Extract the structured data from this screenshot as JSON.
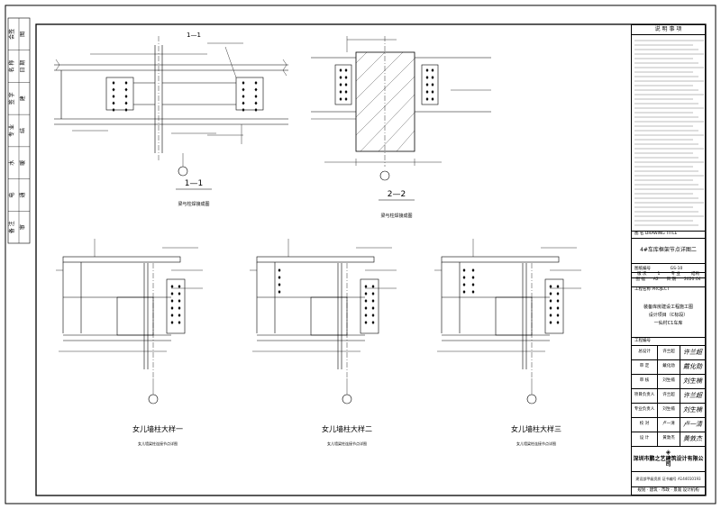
{
  "left_strip": [
    {
      "label": "会签",
      "value": "图"
    },
    {
      "label": "名 称",
      "value": "日 期"
    },
    {
      "label": "签 字",
      "value": "建"
    },
    {
      "label": "专 业",
      "value": "结"
    },
    {
      "label": "水",
      "value": "暖"
    },
    {
      "label": "电",
      "value": "通"
    },
    {
      "label": "备 注",
      "value": "审"
    }
  ],
  "section_1": {
    "title": "1—1",
    "note": "梁与柱焊接成图"
  },
  "section_2": {
    "title": "2—2",
    "note": "梁与柱焊接成图"
  },
  "details": [
    {
      "title": "女儿墙柱大样一",
      "note": "女儿墙梁柱连接节点详图"
    },
    {
      "title": "女儿墙柱大样二",
      "note": "女儿墙梁柱连接节点详图"
    },
    {
      "title": "女儿墙柱大样三",
      "note": "女儿墙梁柱连接节点详图"
    }
  ],
  "title_block": {
    "header": "说 明 事 项",
    "drawing_name_label": "图 名  DRAWING TITLE",
    "drawing_name": "4#车库框架节点详图二",
    "drawing_no_label": "图纸编号",
    "drawing_no": "GS-10",
    "edition_label": "版 次",
    "edition": "1",
    "discipline_label": "专 业",
    "discipline": "结构",
    "size_label": "图 幅",
    "size": "A2",
    "date_label": "日 期",
    "date": "2020.04",
    "project_label": "工程名称 PROJECT",
    "project_lines": [
      "装备库房建设工程施工图",
      "设计项目（C标段）",
      "一仙村C1车库"
    ],
    "project_no_label": "工程编号",
    "roles": [
      {
        "role": "总设计",
        "name": "许兰超",
        "sig": "许兰超"
      },
      {
        "role": "审 定",
        "name": "戴化勋",
        "sig": "戴化勋"
      },
      {
        "role": "审 核",
        "name": "刘生楠",
        "sig": "刘生楠"
      },
      {
        "role": "项目负责人",
        "name": "许兰超",
        "sig": "许兰超"
      },
      {
        "role": "专业负责人",
        "name": "刘生楠",
        "sig": "刘生楠"
      },
      {
        "role": "校 对",
        "name": "卢一清",
        "sig": "卢一清"
      },
      {
        "role": "设 计",
        "name": "黄敦杰",
        "sig": "黄敦杰"
      }
    ],
    "company": "深圳市鹏之艺建筑设计有限公司",
    "company_note": "建设部甲级资质 证书编号 A144010193",
    "footer": "规划 · 建筑 · 市政 · 景观 设计机构"
  }
}
